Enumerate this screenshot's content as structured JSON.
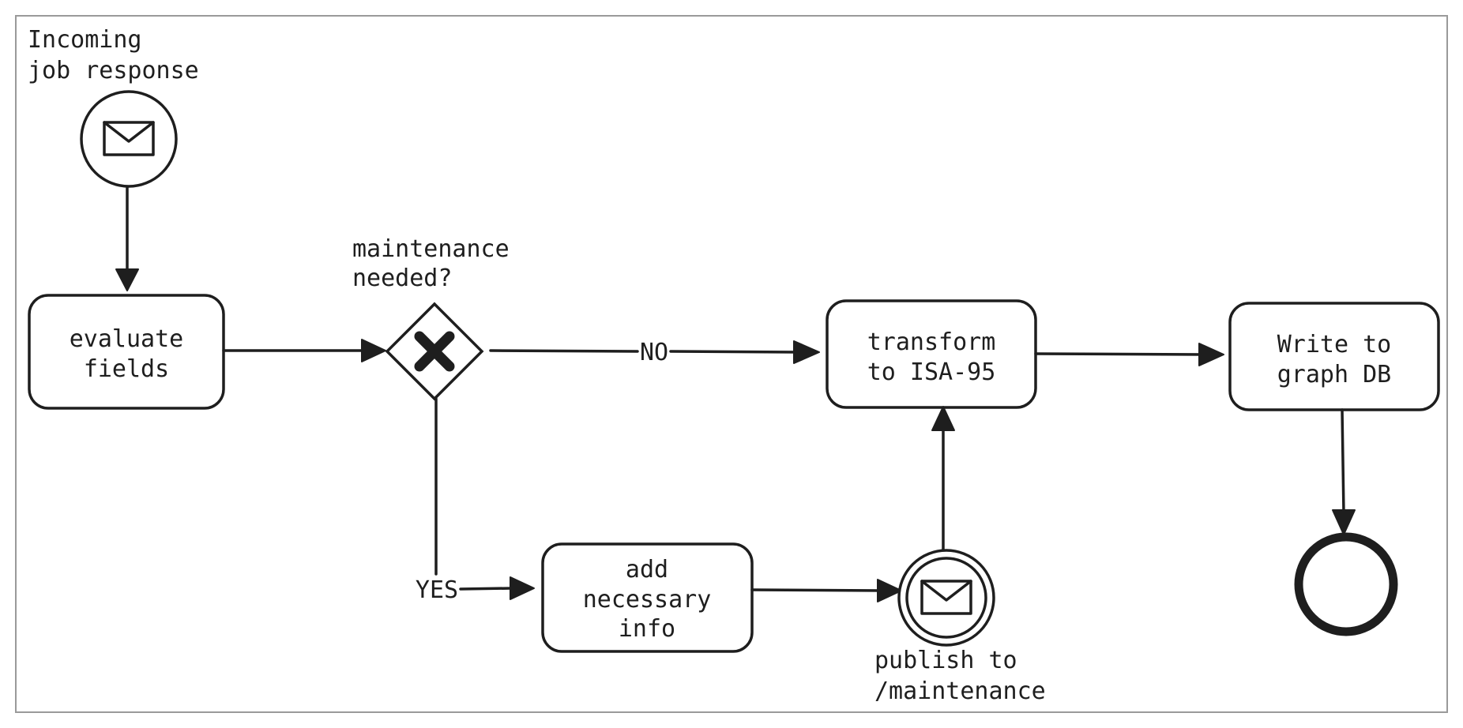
{
  "colors": {
    "ink": "#1e1e1e",
    "frame": "#9a9a9a",
    "background": "#ffffff"
  },
  "start_event": {
    "label_line1": "Incoming",
    "label_line2": "job response",
    "icon": "envelope-icon"
  },
  "tasks": {
    "evaluate": {
      "line1": "evaluate",
      "line2": "fields"
    },
    "transform": {
      "line1": "transform",
      "line2": "to ISA-95"
    },
    "write": {
      "line1": "Write to",
      "line2": "graph DB"
    },
    "add_info": {
      "line1": "add",
      "line2": "necessary",
      "line3": "info"
    }
  },
  "gateway": {
    "label_line1": "maintenance",
    "label_line2": "needed?",
    "icon": "x-icon",
    "no_label": "NO",
    "yes_label": "YES"
  },
  "intermediate_event": {
    "label_line1": "publish to",
    "label_line2": "/maintenance",
    "icon": "envelope-icon"
  },
  "end_event": {
    "icon": "end-circle-icon"
  }
}
